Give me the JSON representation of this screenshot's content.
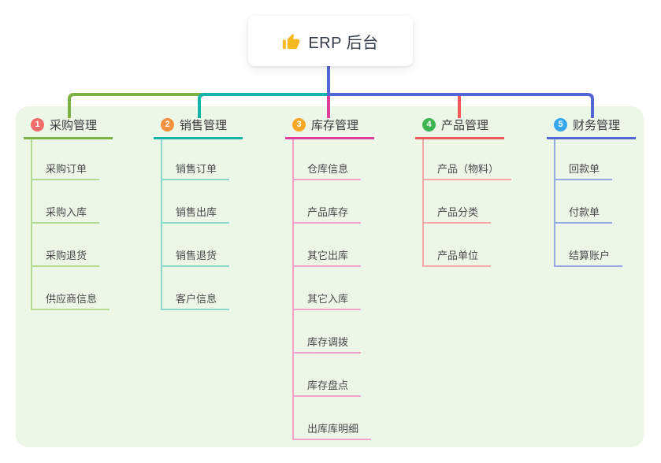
{
  "root": {
    "label": "ERP 后台",
    "icon": "thumbs-up"
  },
  "colors": {
    "panel_bg": "#ECF7E8",
    "canvas_bg": "#FFFFFF",
    "root_trunk": "#5266D4",
    "thumb_yellow": "#F5B921"
  },
  "branches": [
    {
      "num": "1",
      "label": "采购管理",
      "color": "#7CB342",
      "light": "#B7DC8F",
      "badge": "#F56C6C",
      "children": [
        "采购订单",
        "采购入库",
        "采购退货",
        "供应商信息"
      ]
    },
    {
      "num": "2",
      "label": "销售管理",
      "color": "#16B3AA",
      "light": "#8BD8D0",
      "badge": "#F7913E",
      "children": [
        "销售订单",
        "销售出库",
        "销售退货",
        "客户信息"
      ]
    },
    {
      "num": "3",
      "label": "库存管理",
      "color": "#DD3D9D",
      "light": "#F2A2CE",
      "badge": "#F9A825",
      "children": [
        "仓库信息",
        "产品库存",
        "其它出库",
        "其它入库",
        "库存调拨",
        "库存盘点",
        "出库库明细"
      ]
    },
    {
      "num": "4",
      "label": "产品管理",
      "color": "#F25A5A",
      "light": "#F8A8A8",
      "badge": "#3DB550",
      "children": [
        "产品（物料）",
        "产品分类",
        "产品单位"
      ]
    },
    {
      "num": "5",
      "label": "财务管理",
      "color": "#5266D4",
      "light": "#98A9E4",
      "badge": "#37A8F0",
      "children": [
        "回款单",
        "付款单",
        "结算账户"
      ]
    }
  ]
}
